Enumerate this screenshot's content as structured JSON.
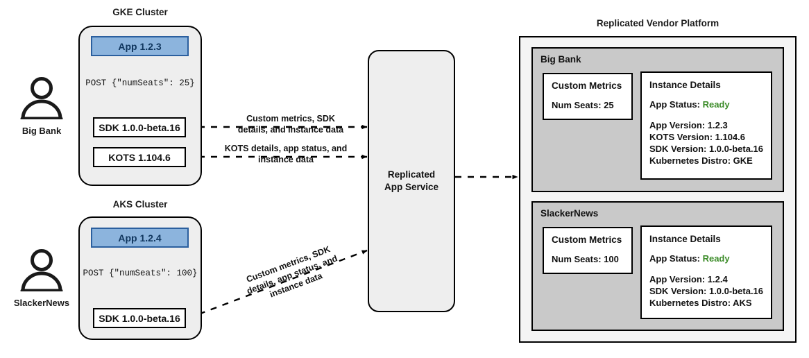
{
  "diagram": {
    "clusters": [
      {
        "title": "GKE Cluster",
        "persona": "Big Bank",
        "persona_icon": "user-icon",
        "app": "App 1.2.3",
        "post": "POST {\"numSeats\": 25}",
        "sdk": "SDK 1.0.0-beta.16",
        "kots": "KOTS 1.104.6"
      },
      {
        "title": "AKS Cluster",
        "persona": "SlackerNews",
        "persona_icon": "user-icon",
        "app": "App 1.2.4",
        "post": "POST {\"numSeats\": 100}",
        "sdk": "SDK 1.0.0-beta.16"
      }
    ],
    "edge_labels": {
      "sdk_to_service": "Custom metrics, SDK\ndetails, and instance data",
      "kots_to_service": "KOTS details, app status, and\ninstance data",
      "aks_sdk_to_service": "Custom metrics, SDK\ndetails, app status, and\ninstance data"
    },
    "service": {
      "label": "Replicated\nApp Service"
    },
    "platform": {
      "title": "Replicated Vendor Platform",
      "tenants": [
        {
          "name": "Big Bank",
          "metrics": {
            "title": "Custom Metrics",
            "lines": [
              "Num Seats: 25"
            ]
          },
          "instance": {
            "title": "Instance Details",
            "status_label": "App Status:",
            "status_value": "Ready",
            "lines": [
              "App Version: 1.2.3",
              "KOTS Version: 1.104.6",
              "SDK Version: 1.0.0-beta.16",
              "Kubernetes Distro: GKE"
            ]
          }
        },
        {
          "name": "SlackerNews",
          "metrics": {
            "title": "Custom Metrics",
            "lines": [
              "Num Seats: 100"
            ]
          },
          "instance": {
            "title": "Instance Details",
            "status_label": "App Status:",
            "status_value": "Ready",
            "lines": [
              "App Version: 1.2.4",
              "SDK Version: 1.0.0-beta.16",
              "Kubernetes Distro: AKS"
            ]
          }
        }
      ]
    },
    "colors": {
      "app_fill": "#8cb4dd",
      "app_border": "#2b5f9e",
      "app_text": "#10365e",
      "cluster_fill": "#eeeeee",
      "tenant_fill": "#c9c9c9",
      "platform_fill": "#f4f4f4",
      "status_ready": "#3c8c29",
      "stroke": "#000000"
    }
  }
}
